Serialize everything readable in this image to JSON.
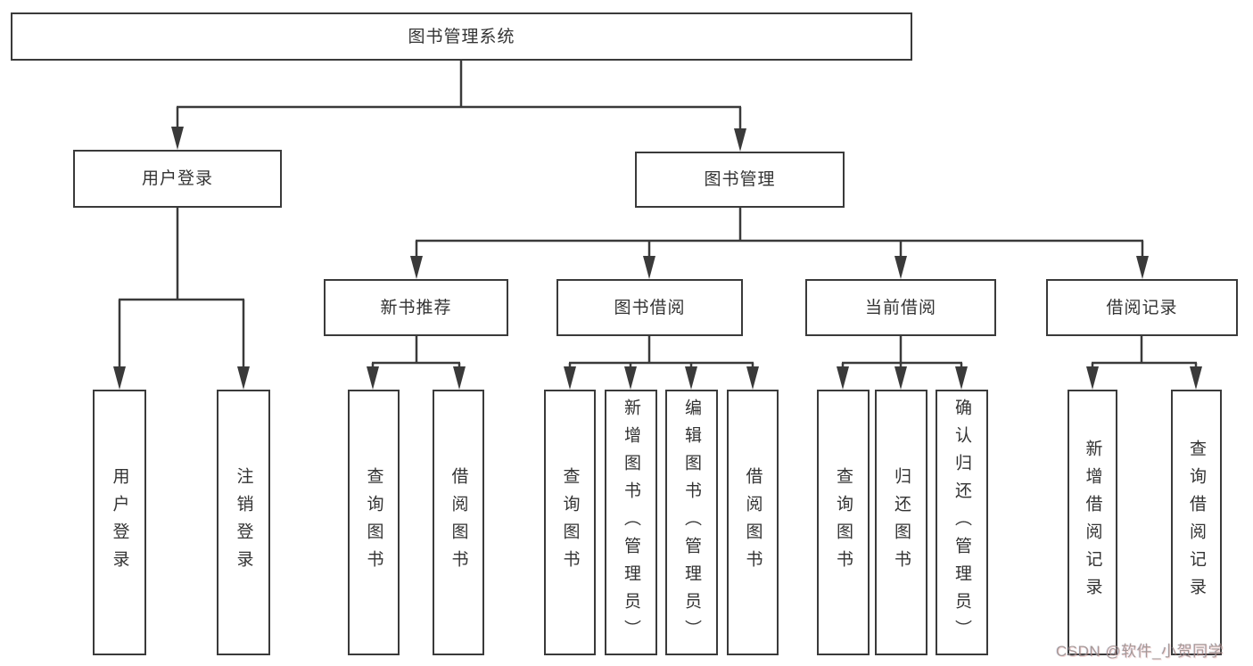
{
  "diagram": {
    "type": "hierarchy",
    "tree": {
      "label": "图书管理系统",
      "children": [
        {
          "label": "用户登录",
          "children": [
            {
              "label": "用户登录"
            },
            {
              "label": "注销登录"
            }
          ]
        },
        {
          "label": "图书管理",
          "children": [
            {
              "label": "新书推荐",
              "children": [
                {
                  "label": "查询图书"
                },
                {
                  "label": "借阅图书"
                }
              ]
            },
            {
              "label": "图书借阅",
              "children": [
                {
                  "label": "查询图书"
                },
                {
                  "label": "新增图书（管理员）"
                },
                {
                  "label": "编辑图书（管理员）"
                },
                {
                  "label": "借阅图书"
                }
              ]
            },
            {
              "label": "当前借阅",
              "children": [
                {
                  "label": "查询图书"
                },
                {
                  "label": "归还图书"
                },
                {
                  "label": "确认归还（管理员）"
                }
              ]
            },
            {
              "label": "借阅记录",
              "children": [
                {
                  "label": "新增借阅记录"
                },
                {
                  "label": "查询借阅记录"
                }
              ]
            }
          ]
        }
      ]
    },
    "colors": {
      "line": "#3a3a3a",
      "text": "#333333",
      "background": "#ffffff",
      "watermark": "#9c8f8d"
    }
  },
  "watermark": {
    "text": "CSDN @软件_小贺同学"
  }
}
